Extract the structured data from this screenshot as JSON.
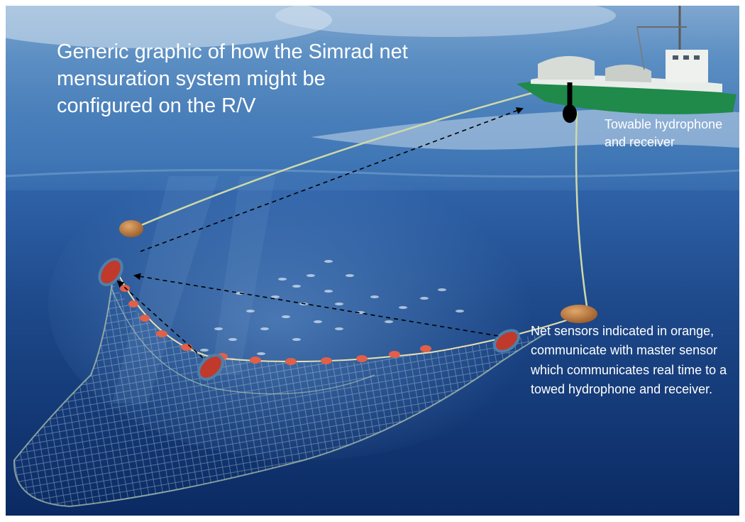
{
  "captions": {
    "title": "Generic graphic of how the Simrad net mensuration system might be configured on the R/V",
    "towable": "Towable hydrophone and receiver",
    "sensors": "Net sensors indicated in orange, communicate with master sensor which communicates real time to a towed hydrophone and receiver."
  },
  "colors": {
    "sky": "#6f9bc7",
    "ocean_surface": "#3b76b0",
    "ocean_deep": "#0c2b66",
    "sensor": "#c0392b",
    "sensor_ring": "#4f7fa8",
    "hull": "#1f8a4a",
    "rope": "#cfd9a8",
    "float": "#e0604a"
  }
}
